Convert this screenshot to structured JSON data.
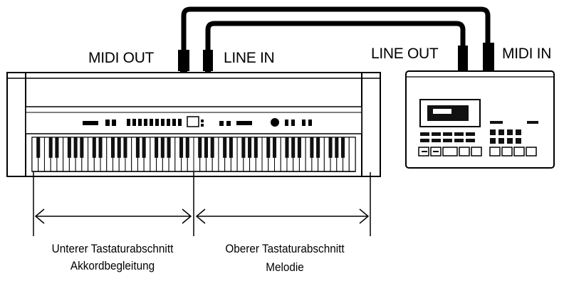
{
  "labels": {
    "midi_out": "MIDI OUT",
    "line_in": "LINE IN",
    "line_out": "LINE OUT",
    "midi_in": "MIDI IN"
  },
  "sections": {
    "lower": {
      "line1": "Unterer Tastaturabschnitt",
      "line2": "Akkordbegleitung"
    },
    "upper": {
      "line1": "Oberer Tastaturabschnitt",
      "line2": "Melodie"
    }
  },
  "keyboard": {
    "white_keys": 52
  },
  "colors": {
    "ink": "#000000",
    "paper": "#ffffff",
    "key_black": "#111111"
  }
}
